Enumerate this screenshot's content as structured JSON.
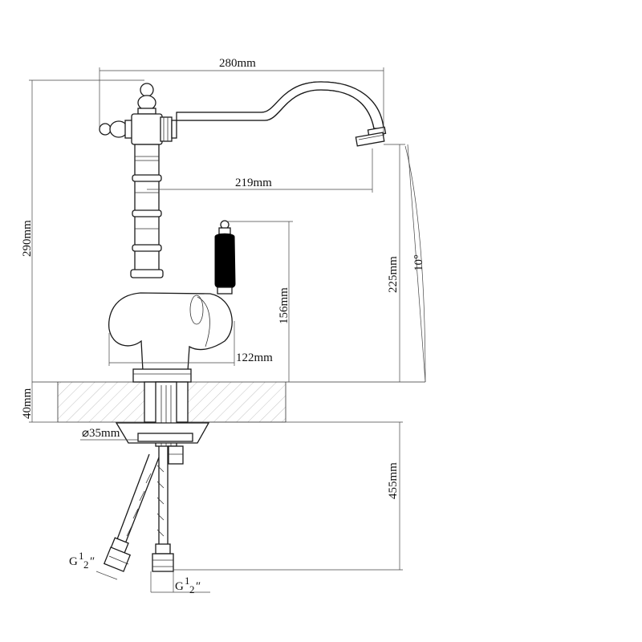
{
  "dimensions": {
    "overall_width": "280mm",
    "spout_reach": "219mm",
    "overall_height": "290mm",
    "spout_height": "225mm",
    "handle_height": "156mm",
    "body_width": "122mm",
    "swivel_angle": "10°",
    "counter_thickness": "40mm",
    "mount_diameter": "⌀35mm",
    "hose_length": "455mm"
  },
  "connections": {
    "left_prefix": "G",
    "left_sup": "1",
    "left_sub": "2",
    "left_suffix": "″",
    "right_prefix": "G",
    "right_sup": "1",
    "right_sub": "2",
    "right_suffix": "″"
  },
  "colors": {
    "line": "#1a1a1a",
    "handle_insert": "#000000"
  }
}
